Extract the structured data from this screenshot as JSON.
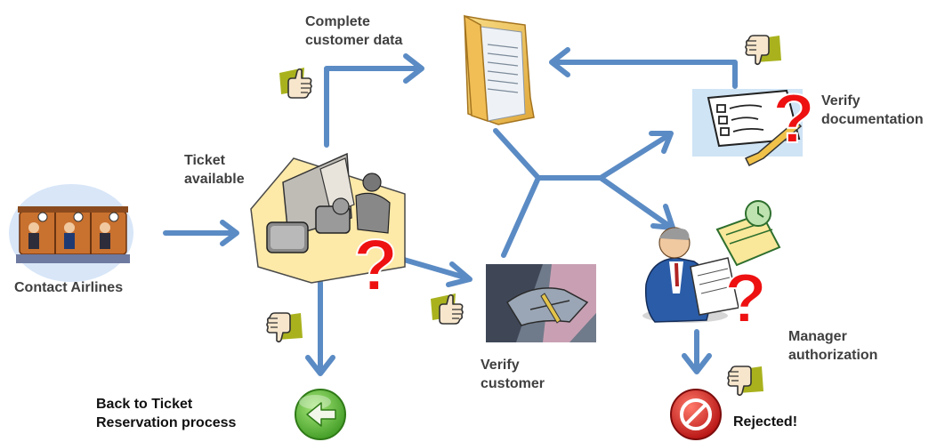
{
  "labels": {
    "contact_airlines": "Contact Airlines",
    "ticket_available": "Ticket\navailable",
    "complete_customer_data": "Complete\ncustomer data",
    "verify_documentation": "Verify\ndocumentation",
    "verify_customer": "Verify\ncustomer",
    "manager_authorization": "Manager\nauthorization",
    "back_to_ticket": "Back to Ticket\nReservation process",
    "rejected": "Rejected!"
  },
  "glyphs": {
    "question_mark": "?"
  },
  "colors": {
    "arrow": "#5b8bc4",
    "question_mark": "#ee1111",
    "thumb_badge": "#a9b21d",
    "go_back": "#55b530",
    "rejected": "#d21b1b",
    "folder": "#f3c85b"
  },
  "icons": {
    "contact": "call-center-icon",
    "ticket": "office-workers-icon",
    "folder": "folder-icon",
    "documentation": "checklist-icon",
    "customer": "handshake-icon",
    "manager": "manager-icon",
    "back": "back-arrow-icon",
    "rejected": "no-entry-icon",
    "thumbs_up": "thumbs-up-icon",
    "thumbs_down": "thumbs-down-icon"
  }
}
